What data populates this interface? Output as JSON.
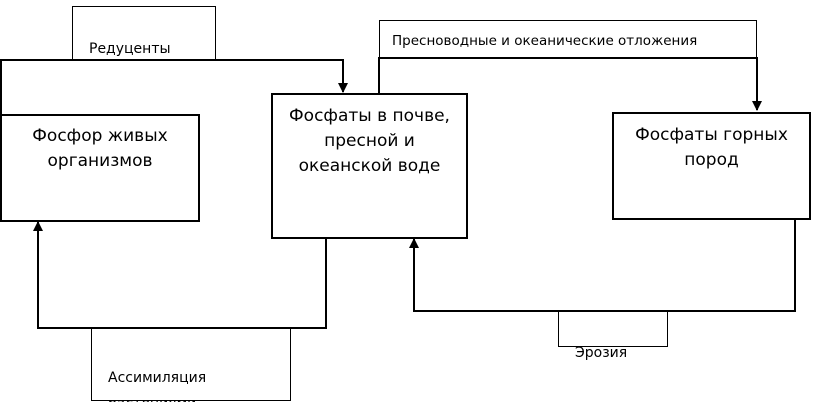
{
  "nodes": {
    "living_organisms": "Фосфор живых\nорганизмов",
    "soil_phosphates": "Фосфаты в почве,\nпресной и\nокеанской воде",
    "rock_phosphates": "Фосфаты горных\nпород"
  },
  "edges": {
    "decomposers": "Редуценты",
    "sediments": "Пресноводные и океанические отложения",
    "erosion": "Эрозия",
    "assimilation": "Ассимиляция\nрастениями"
  },
  "colors": {
    "stroke": "#000000",
    "background": "#ffffff"
  }
}
